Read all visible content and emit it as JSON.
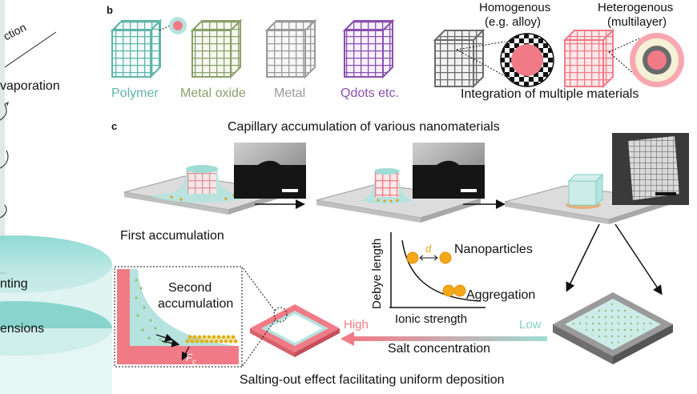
{
  "left_fragments": {
    "top": "ction",
    "evaporation": "vaporation",
    "printing": "nting",
    "dimensions": "ensions"
  },
  "panel_b": {
    "label": "b",
    "materials": [
      "Polymer",
      "Metal oxide",
      "Metal",
      "Qdots etc."
    ],
    "homogenous_title": "Homogenous",
    "homogenous_sub": "(e.g. alloy)",
    "heterogenous_title": "Heterogenous",
    "heterogenous_sub": "(multilayer)",
    "integration": "Integration of multiple materials"
  },
  "panel_c": {
    "label": "c",
    "title": "Capillary accumulation of various nanomaterials",
    "first_accumulation": "First accumulation",
    "second_accumulation_1": "Second",
    "second_accumulation_2": "accumulation",
    "force_label": "F",
    "force_sub": "c",
    "graph": {
      "ylabel": "Debye length",
      "xlabel": "Ionic strength",
      "d_label": "d",
      "nanoparticles": "Nanoparticles",
      "aggregation": "Aggregation"
    },
    "high": "High",
    "low": "Low",
    "salt_concentration": "Salt concentration",
    "caption": "Salting-out effect facilitating uniform deposition"
  },
  "colors": {
    "polymer": "#5fb5a8",
    "metal_oxide": "#8aa06a",
    "metal": "#9a9a9a",
    "qdots": "#8a4fb0",
    "pink": "#f07b86",
    "teal": "#b6e3df",
    "orange": "#f2a81a"
  }
}
